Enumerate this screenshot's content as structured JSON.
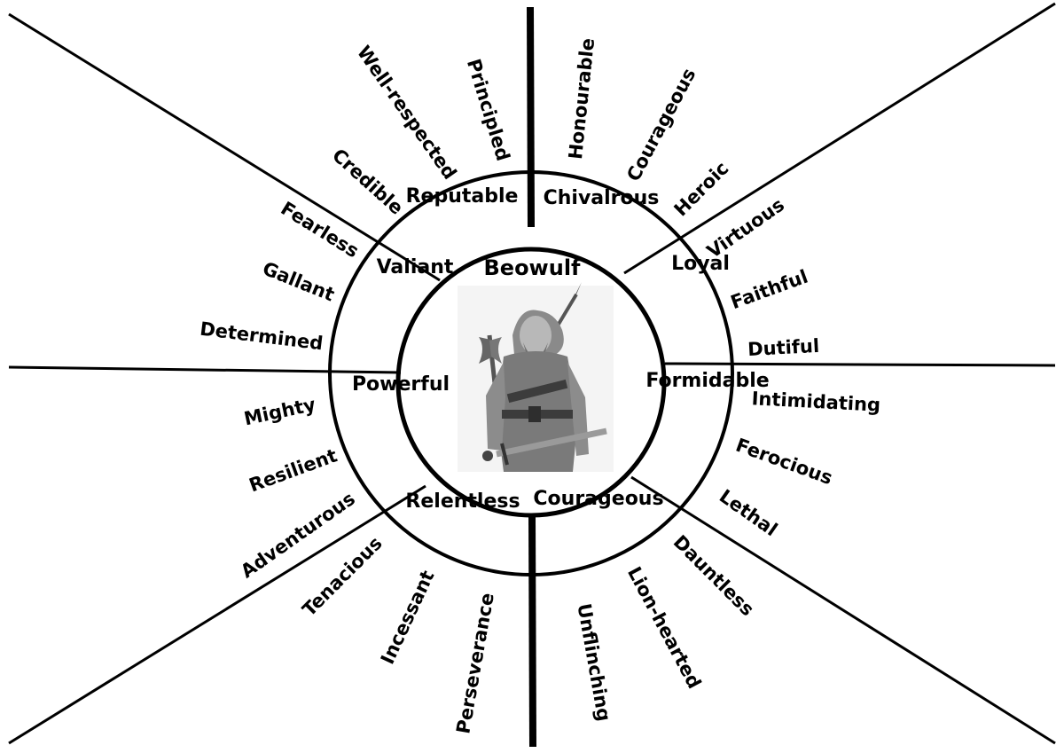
{
  "center": {
    "title": "Beowulf",
    "image": "warrior-with-axe-and-sword"
  },
  "middle_ring": {
    "reputable": "Reputable",
    "chivalrous": "Chivalrous",
    "loyal": "Loyal",
    "formidable": "Formidable",
    "courageous": "Courageous",
    "relentless": "Relentless",
    "powerful": "Powerful",
    "valiant": "Valiant"
  },
  "outer_words": {
    "well_respected": "Well-respected",
    "principled": "Principled",
    "credible": "Credible",
    "honourable": "Honourable",
    "courageous": "Courageous",
    "heroic": "Heroic",
    "virtuous": "Virtuous",
    "faithful": "Faithful",
    "dutiful": "Dutiful",
    "intimidating": "Intimidating",
    "ferocious": "Ferocious",
    "lethal": "Lethal",
    "dauntless": "Dauntless",
    "lion_hearted": "Lion-hearted",
    "unflinching": "Unflinching",
    "perseverance": "Perseverance",
    "incessant": "Incessant",
    "tenacious": "Tenacious",
    "adventurous": "Adventurous",
    "resilient": "Resilient",
    "mighty": "Mighty",
    "determined": "Determined",
    "gallant": "Gallant",
    "fearless": "Fearless"
  }
}
